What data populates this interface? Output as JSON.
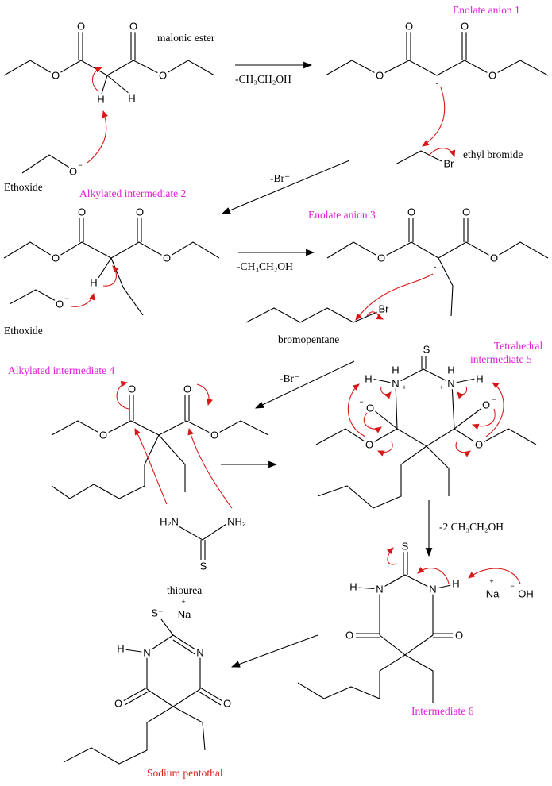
{
  "atoms": {
    "O": "O",
    "H": "H",
    "Br": "Br",
    "S": "S",
    "N": "N",
    "H2N": "H₂N",
    "NH2": "NH₂",
    "Na": "Na",
    "OH": "OH",
    "S_minus": "S⁻"
  },
  "charges": {
    "minus": "−",
    "plus": "+",
    "dash": "-"
  },
  "labels": {
    "malonic_ester": "malonic ester",
    "enolate_1": "Enolate anion 1",
    "ethyl_bromide": "ethyl bromide",
    "ethoxide_1": "Ethoxide",
    "alkylated_2": "Alkylated intermediate 2",
    "ethoxide_2": "Ethoxide",
    "enolate_3": "Enolate anion 3",
    "bromopentane": "bromopentane",
    "alkylated_4": "Alkylated intermediate 4",
    "tetrahedral_5_line1": "Tetrahedral",
    "tetrahedral_5_line2": "intermediate 5",
    "thiourea": "thiourea",
    "intermediate_6": "Intermediate 6",
    "sodium_pentothal": "Sodium pentothal"
  },
  "reagents": {
    "step1": "-CH₃CH₂OH",
    "step2": "-Br⁻",
    "step3": "-CH₃CH₂OH",
    "step4": "-Br⁻",
    "step6": "-2 CH₃CH₂OH"
  },
  "colors": {
    "arrow_red": "#d81818",
    "label_magenta": "#e020d8",
    "product_red": "#d81818"
  }
}
